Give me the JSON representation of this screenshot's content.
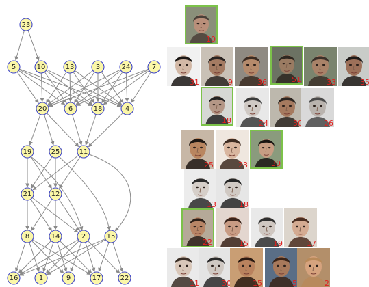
{
  "graph": {
    "nodes": [
      {
        "id": "23"
      },
      {
        "id": "5"
      },
      {
        "id": "10"
      },
      {
        "id": "13"
      },
      {
        "id": "3"
      },
      {
        "id": "24"
      },
      {
        "id": "7"
      },
      {
        "id": "20"
      },
      {
        "id": "6"
      },
      {
        "id": "18"
      },
      {
        "id": "4"
      },
      {
        "id": "19"
      },
      {
        "id": "25"
      },
      {
        "id": "11"
      },
      {
        "id": "21"
      },
      {
        "id": "12"
      },
      {
        "id": "8"
      },
      {
        "id": "14"
      },
      {
        "id": "2"
      },
      {
        "id": "15"
      },
      {
        "id": "16"
      },
      {
        "id": "1"
      },
      {
        "id": "9"
      },
      {
        "id": "17"
      },
      {
        "id": "22"
      }
    ],
    "edges": [
      [
        "23",
        "5"
      ],
      [
        "23",
        "10"
      ],
      [
        "5",
        "20"
      ],
      [
        "5",
        "6"
      ],
      [
        "5",
        "18"
      ],
      [
        "5",
        "4"
      ],
      [
        "10",
        "20"
      ],
      [
        "10",
        "6"
      ],
      [
        "10",
        "18"
      ],
      [
        "10",
        "4"
      ],
      [
        "13",
        "20"
      ],
      [
        "13",
        "6"
      ],
      [
        "13",
        "18"
      ],
      [
        "13",
        "4"
      ],
      [
        "3",
        "20"
      ],
      [
        "3",
        "6"
      ],
      [
        "3",
        "18"
      ],
      [
        "3",
        "4"
      ],
      [
        "24",
        "20"
      ],
      [
        "24",
        "6"
      ],
      [
        "24",
        "18"
      ],
      [
        "24",
        "4"
      ],
      [
        "7",
        "20"
      ],
      [
        "7",
        "6"
      ],
      [
        "7",
        "18"
      ],
      [
        "7",
        "4"
      ],
      [
        "20",
        "19"
      ],
      [
        "20",
        "25"
      ],
      [
        "20",
        "11"
      ],
      [
        "6",
        "11"
      ],
      [
        "18",
        "11"
      ],
      [
        "4",
        "11"
      ],
      [
        "19",
        "21"
      ],
      [
        "19",
        "12"
      ],
      [
        "25",
        "21"
      ],
      [
        "25",
        "12"
      ],
      [
        "11",
        "21"
      ],
      [
        "11",
        "12"
      ],
      [
        "19",
        "2"
      ],
      [
        "25",
        "15"
      ],
      [
        "11",
        "15"
      ],
      [
        "21",
        "8"
      ],
      [
        "21",
        "14"
      ],
      [
        "21",
        "2"
      ],
      [
        "12",
        "8"
      ],
      [
        "12",
        "14"
      ],
      [
        "12",
        "2"
      ],
      [
        "8",
        "16"
      ],
      [
        "8",
        "1"
      ],
      [
        "8",
        "9"
      ],
      [
        "8",
        "17"
      ],
      [
        "14",
        "16"
      ],
      [
        "14",
        "1"
      ],
      [
        "14",
        "9"
      ],
      [
        "14",
        "17"
      ],
      [
        "2",
        "16"
      ],
      [
        "2",
        "1"
      ],
      [
        "2",
        "9"
      ],
      [
        "2",
        "17"
      ],
      [
        "2",
        "22"
      ],
      [
        "15",
        "16"
      ],
      [
        "15",
        "1"
      ],
      [
        "15",
        "17"
      ],
      [
        "15",
        "22"
      ]
    ]
  },
  "faces": [
    {
      "num": "10",
      "selected": true,
      "skin": "#b98f7a",
      "hair": "#4a3f38",
      "bg": "#8a8f7a"
    },
    {
      "num": "31",
      "selected": false,
      "skin": "#d2b8a6",
      "hair": "#1b1715",
      "bg": "#f1f1f1"
    },
    {
      "num": "9",
      "selected": false,
      "skin": "#a47b62",
      "hair": "#2a2421",
      "bg": "#c9c1b6"
    },
    {
      "num": "36",
      "selected": false,
      "skin": "#b58a6b",
      "hair": "#3b2b22",
      "bg": "#8f8a82"
    },
    {
      "num": "51",
      "selected": true,
      "skin": "#9a7b62",
      "hair": "#2e2720",
      "bg": "#6c7263"
    },
    {
      "num": "33",
      "selected": false,
      "skin": "#a98268",
      "hair": "#3b3029",
      "bg": "#7a846e"
    },
    {
      "num": "35",
      "selected": false,
      "skin": "#9c7059",
      "hair": "#1e1a18",
      "bg": "#c9ccc8"
    },
    {
      "num": "18",
      "selected": true,
      "skin": "#b49786",
      "hair": "#222",
      "bg": "#d6d8d4"
    },
    {
      "num": "24",
      "selected": false,
      "skin": "#cfc9c4",
      "hair": "#3a3a3a",
      "bg": "#e8e8e8"
    },
    {
      "num": "30",
      "selected": false,
      "skin": "#a57a5f",
      "hair": "#2c2520",
      "bg": "#bdb8ad"
    },
    {
      "num": "26",
      "selected": false,
      "skin": "#b9b3ae",
      "hair": "#4a4a4a",
      "bg": "#d9d9d9"
    },
    {
      "num": "25",
      "selected": false,
      "skin": "#b98660",
      "hair": "#1f1813",
      "bg": "#c7b7a6"
    },
    {
      "num": "23",
      "selected": false,
      "skin": "#d9b69f",
      "hair": "#3e2c22",
      "bg": "#efe7df"
    },
    {
      "num": "30",
      "selected": true,
      "skin": "#c79d83",
      "hair": "#1a1512",
      "bg": "#8a9b7d"
    },
    {
      "num": "13",
      "selected": false,
      "skin": "#d6cfc9",
      "hair": "#2b2b2b",
      "bg": "#ececec"
    },
    {
      "num": "18",
      "selected": false,
      "skin": "#d0c9c3",
      "hair": "#262626",
      "bg": "#e6e6e6"
    },
    {
      "num": "22",
      "selected": true,
      "skin": "#b78566",
      "hair": "#2c1f18",
      "bg": "#b5a998"
    },
    {
      "num": "15",
      "selected": false,
      "skin": "#c89b84",
      "hair": "#3a231a",
      "bg": "#e3d6cf"
    },
    {
      "num": "19",
      "selected": false,
      "skin": "#cfc7c1",
      "hair": "#2f2f2f",
      "bg": "#e9e9e9"
    },
    {
      "num": "17",
      "selected": false,
      "skin": "#d4ab92",
      "hair": "#4a2d20",
      "bg": "#dcd5cc"
    },
    {
      "num": "11",
      "selected": false,
      "skin": "#d9c7b9",
      "hair": "#3a2e26",
      "bg": "#eaeaea"
    },
    {
      "num": "30",
      "selected": false,
      "skin": "#cfc8c2",
      "hair": "#2a2a2a",
      "bg": "#e4e4e4"
    },
    {
      "num": "15",
      "selected": false,
      "skin": "#b9825e",
      "hair": "#2a1a12",
      "bg": "#c99e74"
    },
    {
      "num": "5",
      "selected": false,
      "skin": "#a8795b",
      "hair": "#3a2418",
      "bg": "#5a6e86"
    },
    {
      "num": "2",
      "selected": false,
      "skin": "#d6a37e",
      "hair": "#b98a5a",
      "bg": "#b38f6a"
    }
  ]
}
